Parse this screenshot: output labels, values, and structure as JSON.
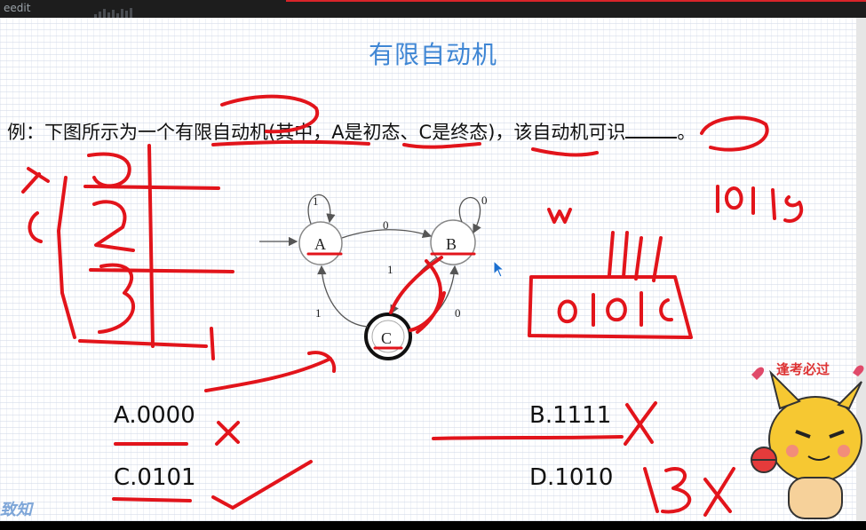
{
  "window": {
    "app_label": "eedit"
  },
  "slide": {
    "title": "有限自动机",
    "question": {
      "prefix": "例：下图所示为一个有限自动机(其中，A是初态、C是终态)，该自动机可识",
      "suffix": "。"
    },
    "options": {
      "a": "A.0000",
      "b": "B.1111",
      "c": "C.0101",
      "d": "D.1010"
    },
    "automaton": {
      "states": [
        "A",
        "B",
        "C"
      ],
      "edge_labels": {
        "a_self": "1",
        "a_to_b": "0",
        "b_self": "0",
        "b_to_c": "1",
        "c_to_b": "0",
        "c_to_a": "1"
      }
    }
  },
  "mascot": {
    "caption": "逢考必过"
  },
  "watermark": {
    "text": "致知"
  },
  "colors": {
    "title": "#3f86d4",
    "ink": "#e2141b"
  }
}
